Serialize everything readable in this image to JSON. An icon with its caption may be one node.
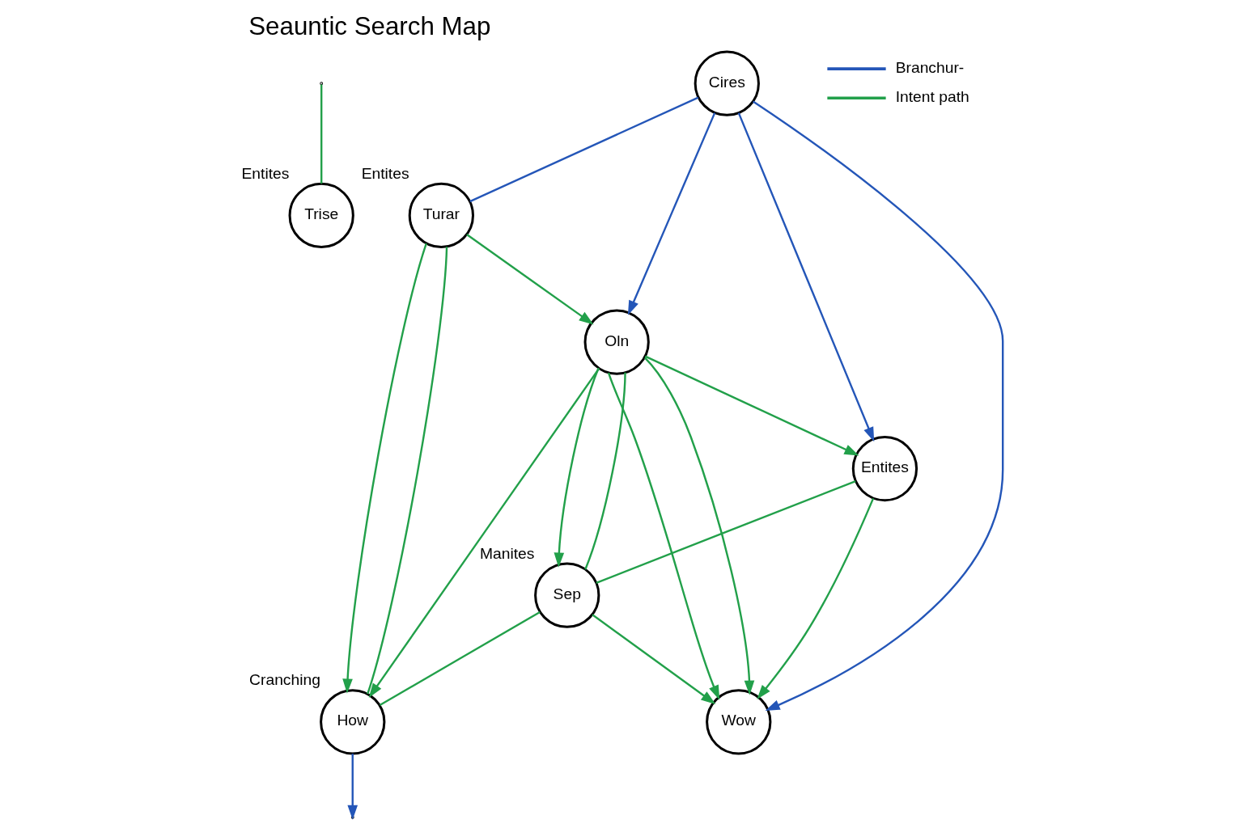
{
  "diagram": {
    "title": "Seauntic Search Map",
    "nodes": [
      {
        "text": [
          "Trise"
        ],
        "beside": [
          "Entites"
        ]
      },
      {
        "text": [
          "Turar"
        ],
        "beside": [
          "Entites"
        ]
      },
      {
        "text": [
          "How"
        ],
        "beside": [
          "Cranching"
        ]
      },
      {
        "text": [
          "Cires"
        ]
      },
      {
        "text": [
          "Oln"
        ]
      },
      {
        "text": [
          "Entites"
        ]
      },
      {
        "text": [
          "Sep"
        ],
        "beside": [
          "Manites"
        ]
      },
      {
        "text": [
          "Wow"
        ]
      }
    ],
    "edges": [
      {
        "from": null,
        "to": 0,
        "arrow": "none"
      },
      {
        "from": 3,
        "to": 1,
        "arrow": "none",
        "color": "#2456b8"
      },
      {
        "from": 1,
        "to": 2,
        "arrow": "to"
      },
      {
        "from": 1,
        "to": 2,
        "arrow": "none"
      },
      {
        "from": 1,
        "to": 4,
        "arrow": "to"
      },
      {
        "from": 3,
        "to": 4,
        "arrow": "to",
        "color": "#2456b8"
      },
      {
        "from": 4,
        "to": 2,
        "arrow": "to"
      },
      {
        "from": 2,
        "to": null,
        "arrow": "to",
        "color": "#2456b8"
      },
      {
        "from": 3,
        "to": 5,
        "arrow": "to",
        "color": "#2456b8"
      },
      {
        "from": 3,
        "to": 7,
        "arrow": "to",
        "color": "#2456b8"
      },
      {
        "from": 4,
        "to": 5,
        "arrow": "to"
      },
      {
        "from": 4,
        "to": 6,
        "arrow": "to"
      },
      {
        "from": 6,
        "to": 2,
        "arrow": "none"
      },
      {
        "from": 4,
        "to": 7,
        "arrow": "to"
      },
      {
        "from": 4,
        "to": 7,
        "arrow": "to"
      },
      {
        "from": 4,
        "to": 6,
        "arrow": "none"
      },
      {
        "from": 5,
        "to": 6,
        "arrow": "none"
      },
      {
        "from": 6,
        "to": 7,
        "arrow": "to"
      },
      {
        "from": 5,
        "to": 7,
        "arrow": "to"
      }
    ],
    "legend": [
      {
        "text": "Branchur-"
      },
      {
        "text": "Intent path"
      }
    ]
  }
}
